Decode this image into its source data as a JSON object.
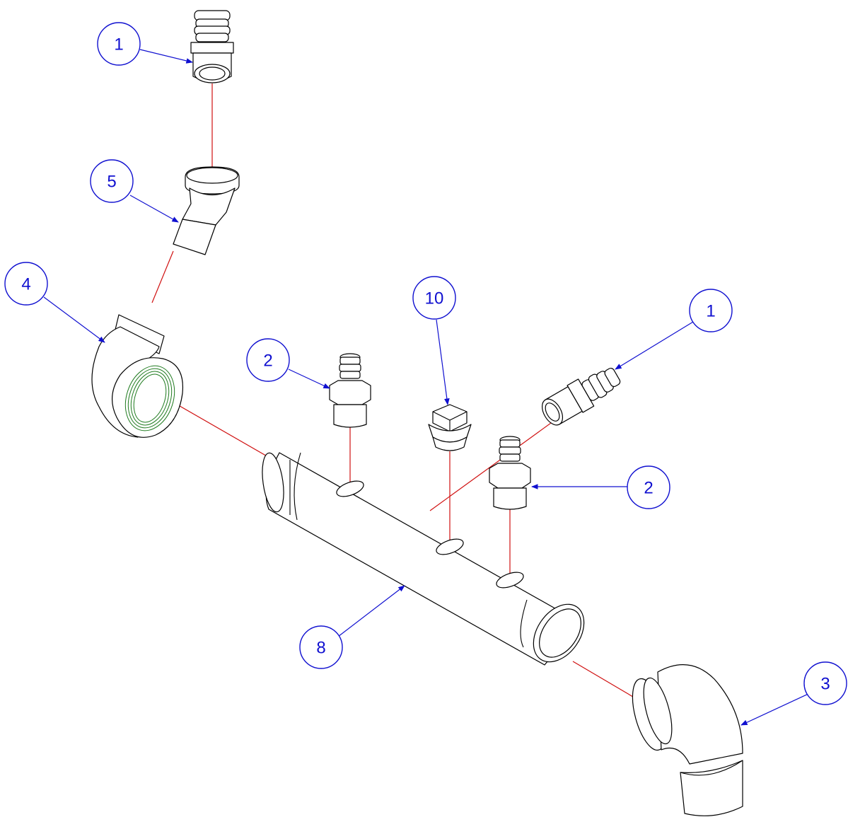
{
  "colors": {
    "callout": "#1010d0",
    "leader": "#d01010",
    "thread": "#1e7a1e",
    "outline": "#000000"
  },
  "callouts": [
    {
      "id": "c1-top",
      "label": "1"
    },
    {
      "id": "c5",
      "label": "5"
    },
    {
      "id": "c4",
      "label": "4"
    },
    {
      "id": "c2-left",
      "label": "2"
    },
    {
      "id": "c10",
      "label": "10"
    },
    {
      "id": "c1-right",
      "label": "1"
    },
    {
      "id": "c2-right",
      "label": "2"
    },
    {
      "id": "c8",
      "label": "8"
    },
    {
      "id": "c3",
      "label": "3"
    }
  ]
}
